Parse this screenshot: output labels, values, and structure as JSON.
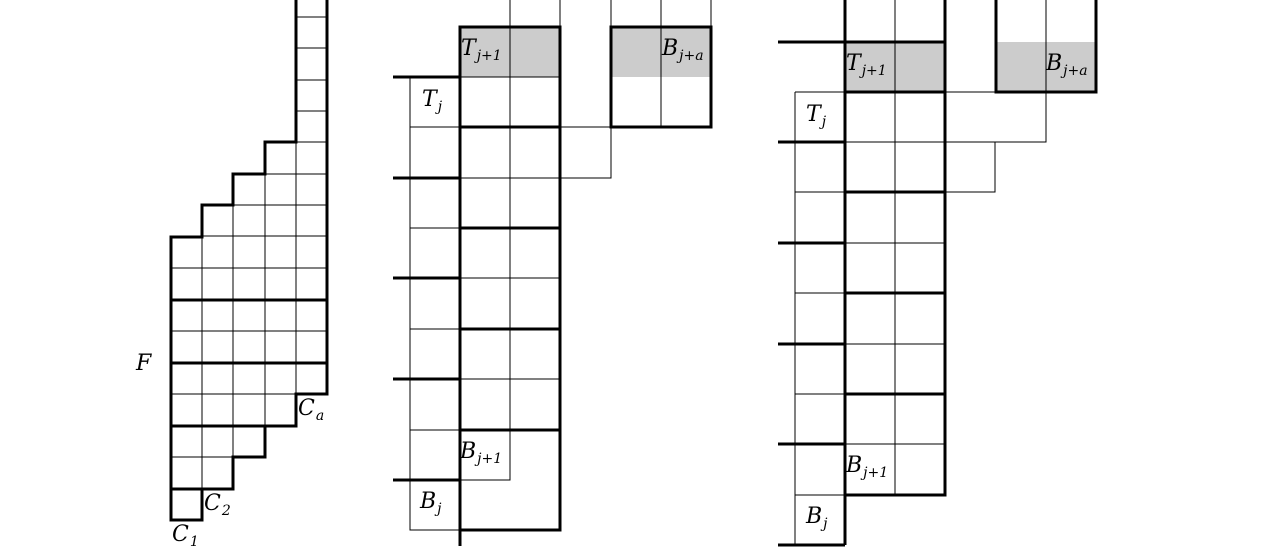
{
  "colors": {
    "line": "#000000",
    "shade": "#cccccc",
    "background": "#ffffff"
  },
  "labels": {
    "F": "F",
    "C1": "C",
    "C1_sub": "1",
    "C2": "C",
    "C2_sub": "2",
    "Ca": "C",
    "Ca_sub": "a",
    "Tj1_mid": "T",
    "Tj1_mid_sub": "j+1",
    "Bja_mid": "B",
    "Bja_mid_sub": "j+a",
    "Tj_mid": "T",
    "Tj_mid_sub": "j",
    "Bj1_mid": "B",
    "Bj1_mid_sub": "j+1",
    "Bj_mid": "B",
    "Bj_mid_sub": "j",
    "Tj1_right": "T",
    "Tj1_right_sub": "j+1",
    "Bja_right": "B",
    "Bja_right_sub": "j+a",
    "Tj_right": "T",
    "Tj_right_sub": "j",
    "Bj1_right": "B",
    "Bj1_right_sub": "j+1",
    "Bj_right": "B",
    "Bj_right_sub": "j"
  }
}
